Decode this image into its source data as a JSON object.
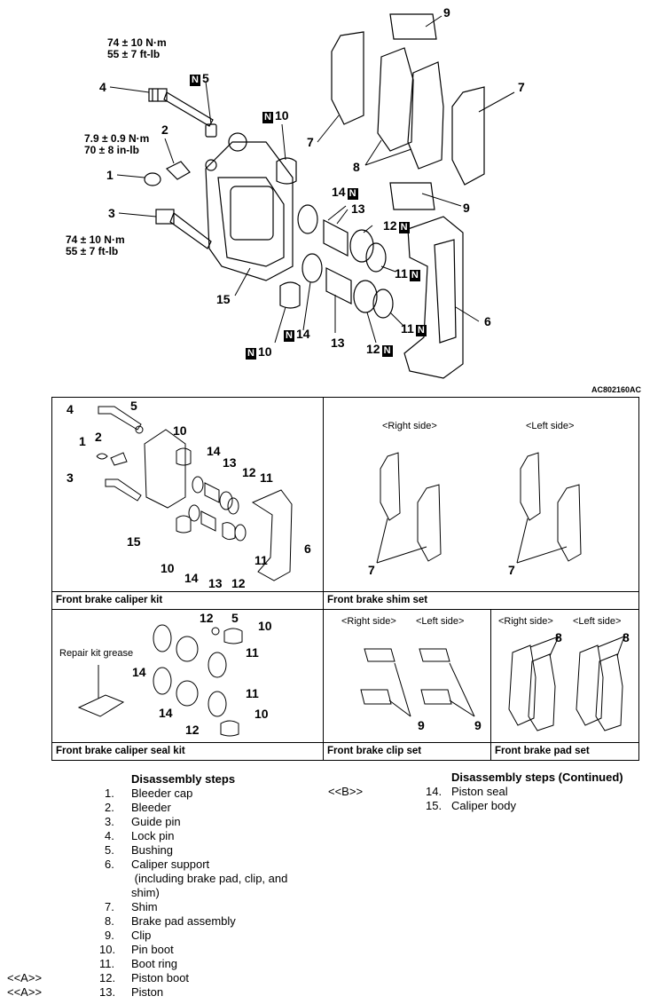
{
  "figure_code": "AC802160AC",
  "exploded": {
    "torque_4": [
      "74 ± 10 N·m",
      "55 ± 7 ft-lb"
    ],
    "torque_2": [
      "7.9 ± 0.9 N·m",
      "70 ± 8 in-lb"
    ],
    "torque_3": [
      "74 ± 10 N·m",
      "55 ± 7 ft-lb"
    ],
    "new_mark": "N",
    "labels": {
      "l1": "1",
      "l2": "2",
      "l3": "3",
      "l4": "4",
      "l5": "5",
      "l6": "6",
      "l7a": "7",
      "l7b": "7",
      "l8": "8",
      "l9a": "9",
      "l9b": "9",
      "l10a": "10",
      "l10b": "10",
      "l11a": "11",
      "l11b": "11",
      "l12a": "12",
      "l12b": "12",
      "l13a": "13",
      "l13b": "13",
      "l14a": "14",
      "l14b": "14",
      "l15": "15"
    }
  },
  "kits": {
    "caliper_kit": {
      "caption": "Front brake caliper kit",
      "labels": [
        "4",
        "5",
        "1",
        "2",
        "10",
        "3",
        "14",
        "13",
        "12",
        "11",
        "15",
        "6",
        "10",
        "14",
        "13",
        "12",
        "11"
      ]
    },
    "shim_set": {
      "caption": "Front brake shim set",
      "right_side": "<Right side>",
      "left_side": "<Left side>",
      "label_right": "7",
      "label_left": "7"
    },
    "seal_kit": {
      "caption": "Front brake caliper seal kit",
      "grease": "Repair kit grease",
      "labels": [
        "12",
        "5",
        "10",
        "14",
        "11",
        "14",
        "11",
        "12",
        "10"
      ]
    },
    "clip_set": {
      "caption": "Front brake clip set",
      "right_side": "<Right side>",
      "left_side": "<Left side>",
      "labels": [
        "9",
        "9"
      ]
    },
    "pad_set": {
      "caption": "Front brake pad set",
      "right_side": "<Right side>",
      "left_side": "<Left side>",
      "labels": [
        "8",
        "8"
      ]
    }
  },
  "steps": {
    "heading": "Disassembly steps",
    "items": [
      {
        "num": "1.",
        "text": "Bleeder cap",
        "note": ""
      },
      {
        "num": "2.",
        "text": "Bleeder",
        "note": ""
      },
      {
        "num": "3.",
        "text": "Guide pin",
        "note": ""
      },
      {
        "num": "4.",
        "text": "Lock pin",
        "note": ""
      },
      {
        "num": "5.",
        "text": "Bushing",
        "note": ""
      },
      {
        "num": "6.",
        "text": "Caliper support",
        "note": ""
      },
      {
        "num": "",
        "text": " (including brake pad, clip, and",
        "note": ""
      },
      {
        "num": "",
        "text": "shim)",
        "note": ""
      },
      {
        "num": "7.",
        "text": "Shim",
        "note": ""
      },
      {
        "num": "8.",
        "text": "Brake pad assembly",
        "note": ""
      },
      {
        "num": "9.",
        "text": "Clip",
        "note": ""
      },
      {
        "num": "10.",
        "text": "Pin boot",
        "note": ""
      },
      {
        "num": "11.",
        "text": "Boot ring",
        "note": ""
      },
      {
        "num": "12.",
        "text": "Piston boot",
        "note": "<<A>>"
      },
      {
        "num": "13.",
        "text": "Piston",
        "note": "<<A>>"
      }
    ],
    "heading_cont": "Disassembly steps (Continued)",
    "items_cont": [
      {
        "num": "14.",
        "text": "Piston seal",
        "note": "<<B>>"
      },
      {
        "num": "15.",
        "text": "Caliper body",
        "note": ""
      }
    ]
  }
}
